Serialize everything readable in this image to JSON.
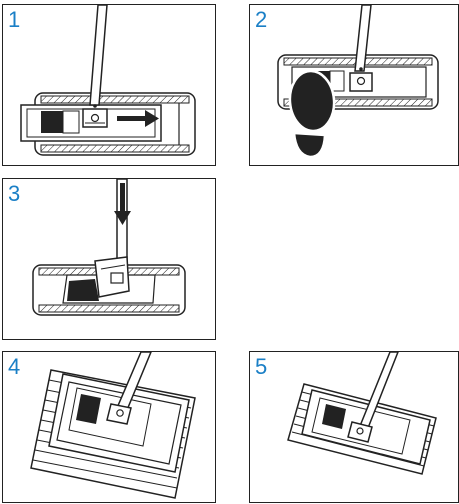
{
  "steps": [
    {
      "number": "1"
    },
    {
      "number": "2"
    },
    {
      "number": "3"
    },
    {
      "number": "4"
    },
    {
      "number": "5"
    }
  ],
  "colors": {
    "step_number": "#1a7fc6",
    "line": "#222222"
  },
  "icons": [
    "right-arrow-icon",
    "shoe-sole-icon",
    "down-arrow-icon"
  ]
}
